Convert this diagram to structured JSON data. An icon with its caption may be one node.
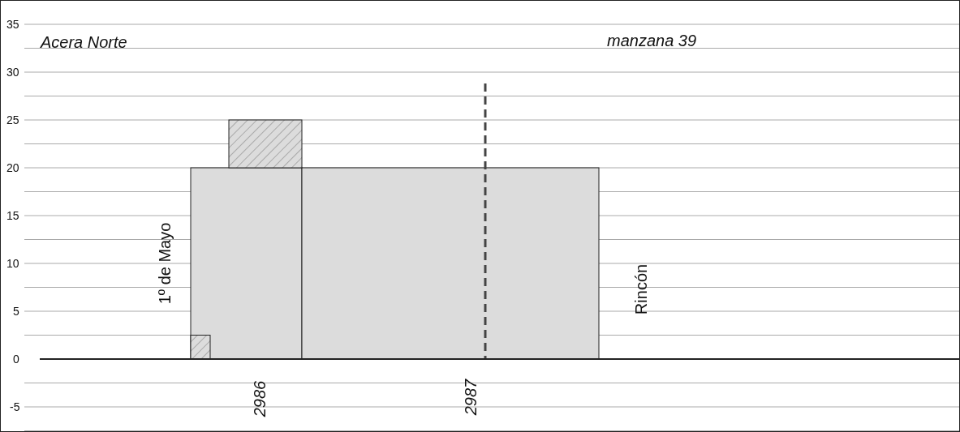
{
  "diagram": {
    "labels": [
      "35",
      "Acera Norte",
      "manzana 39",
      "30",
      "25",
      "20",
      "15",
      "10",
      "1º de Mayo",
      "5",
      "Rincón",
      "0",
      "2986",
      "2987",
      "-5"
    ]
  }
}
